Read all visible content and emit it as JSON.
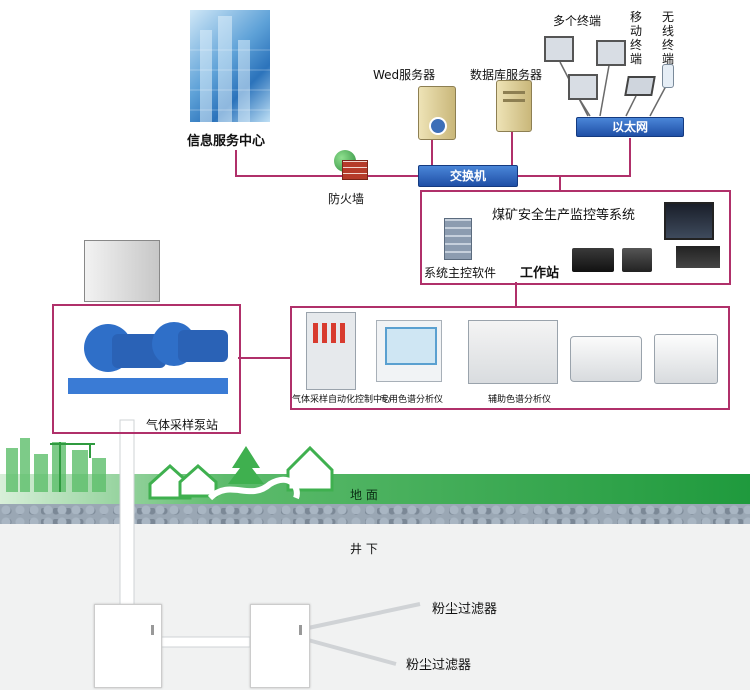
{
  "labels": {
    "info_center": "信息服务中心",
    "web_server": "Wed服务器",
    "db_server": "数据库服务器",
    "multi_terminal": "多个终端",
    "mobile_terminal": "移动终端",
    "wireless_terminal": "无线终端",
    "ethernet": "以太网",
    "switch": "交换机",
    "firewall": "防火墙",
    "monitor_system": "煤矿安全生产监控等系统",
    "main_control_software": "系统主控软件",
    "workstation": "工作站",
    "pump_station": "气体采样泵站",
    "auto_control_center": "气体采样自动化控制中心",
    "gc_special": "专用色谱分析仪",
    "gc_aux": "辅助色谱分析仪",
    "ground": "地 面",
    "underground": "井 下",
    "dust_filter_1": "粉尘过滤器",
    "dust_filter_2": "粉尘过滤器"
  },
  "colors": {
    "connector": "#b0306a",
    "ethernet_bar": "#2a63c0",
    "ground_green": "#29a045",
    "rock": "#8c9aa8",
    "underground_bg": "#f3f3f3"
  }
}
